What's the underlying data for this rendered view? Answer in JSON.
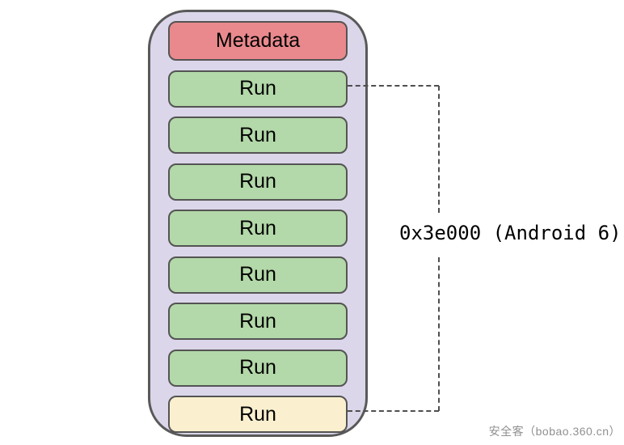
{
  "colors": {
    "page-bg": "#ffffff",
    "container-fill": "#dbd6e9",
    "container-outline": "#595959",
    "box-outline": "#545454",
    "metadata-fill": "#e9898d",
    "run-fill": "#b3d8a9",
    "run-last-fill": "#faf0cf",
    "dash": "#4f4f4f",
    "text": "#000000",
    "watermark": "#909090"
  },
  "diagram": {
    "blocks": [
      {
        "label": "Metadata",
        "type": "metadata"
      },
      {
        "label": "Run",
        "type": "run"
      },
      {
        "label": "Run",
        "type": "run"
      },
      {
        "label": "Run",
        "type": "run"
      },
      {
        "label": "Run",
        "type": "run"
      },
      {
        "label": "Run",
        "type": "run"
      },
      {
        "label": "Run",
        "type": "run"
      },
      {
        "label": "Run",
        "type": "run"
      },
      {
        "label": "Run",
        "type": "run-last"
      }
    ],
    "annotation": {
      "label": "0x3e000 (Android 6)"
    }
  },
  "watermark": {
    "text": "安全客（bobao.360.cn）"
  }
}
